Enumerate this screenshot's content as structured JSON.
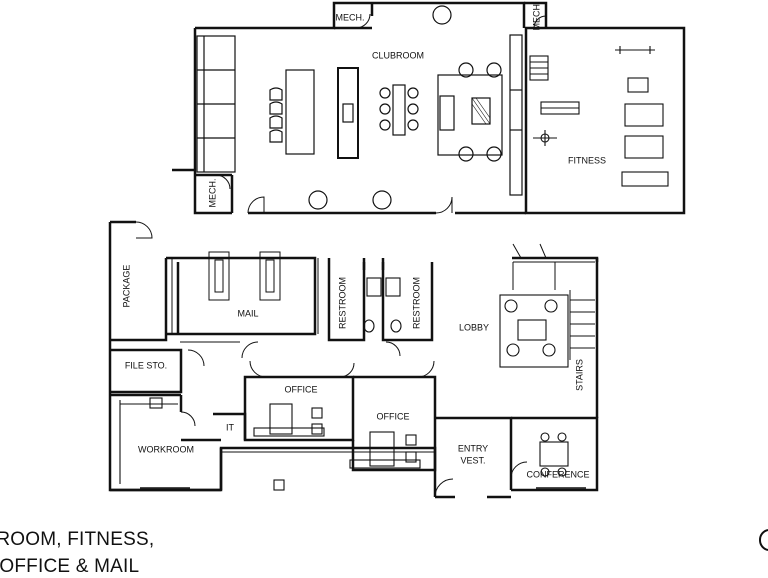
{
  "rooms": {
    "mech_top": "MECH.",
    "mech_right": "MECH.",
    "mech_left": "MECH.",
    "clubroom": "CLUBROOM",
    "fitness": "FITNESS",
    "package": "PACKAGE",
    "mail": "MAIL",
    "restroom_1": "RESTROOM",
    "restroom_2": "RESTROOM",
    "lobby": "LOBBY",
    "stairs": "STAIRS",
    "file_storage": "FILE STO.",
    "office_1": "OFFICE",
    "office_2": "OFFICE",
    "workroom": "WORKROOM",
    "it": "IT",
    "entry_vest_line1": "ENTRY",
    "entry_vest_line2": "VEST.",
    "conference": "CONFERENCE"
  },
  "caption": {
    "line1": "S ROOM, FITNESS,",
    "line2": "Y, OFFICE & MAIL"
  }
}
